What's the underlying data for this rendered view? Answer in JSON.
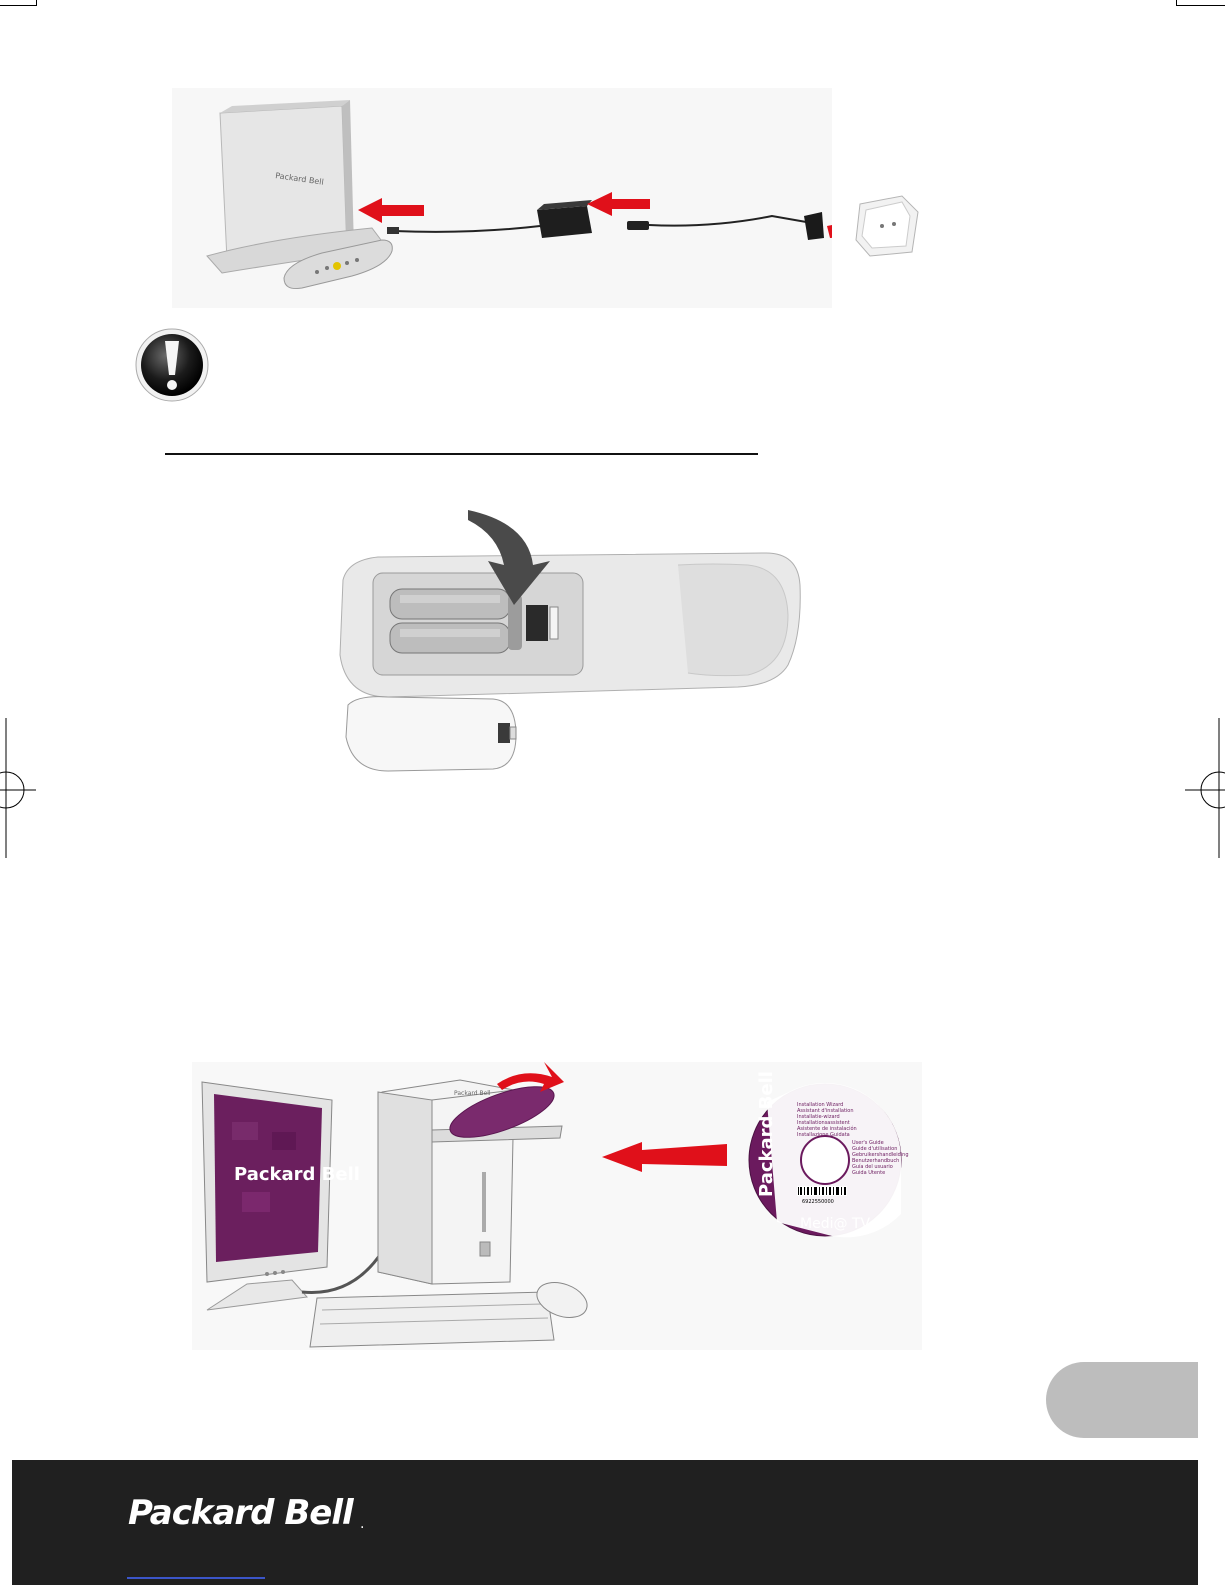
{
  "footer": {
    "brand": "Packard Bell",
    "brand_mark": "."
  },
  "remote_figure": {
    "cover_note": ""
  },
  "cd": {
    "brand": "Packard Bell",
    "title": "Medi@ TV",
    "barcode_number": "6922550000",
    "menu_items": [
      "Installation Wizard",
      "Assistant d'installation",
      "Installatie-wizard",
      "Installationsassistent",
      "Asistente de instalación",
      "Installazione Guidata"
    ],
    "guide_items": [
      "User's Guide",
      "Guide d'utilisation",
      "Gebruikershandleiding",
      "Benutzerhandbuch",
      "Guía del usuario",
      "Guida Utente"
    ]
  },
  "monitor": {
    "brand": "Packard Bell"
  },
  "colors": {
    "arrow_red": "#e0101a",
    "cd_purple": "#6b1a5e",
    "footer_bg": "#202020",
    "tab_gray": "#bdbdbd"
  },
  "icons": [
    "warning-icon",
    "arrow-icon"
  ]
}
